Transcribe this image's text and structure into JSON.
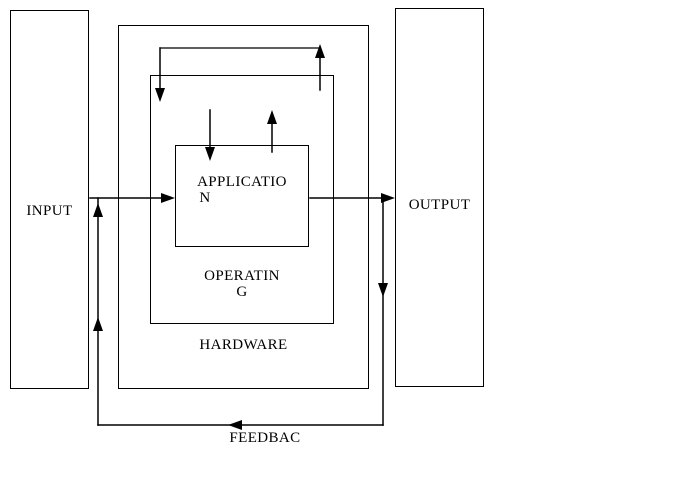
{
  "diagram": {
    "boxes": {
      "input": {
        "label": "INPUT"
      },
      "output": {
        "label": "OUTPUT"
      },
      "hardware": {
        "label": "HARDWARE"
      },
      "operating": {
        "label_line1": "OPERATIN",
        "label_line2": "G"
      },
      "application": {
        "label_line1": "APPLICATIO",
        "label_line2": "N"
      }
    },
    "feedback_label": "FEEDBAC",
    "colors": {
      "line": "#000000",
      "background": "#ffffff"
    }
  }
}
